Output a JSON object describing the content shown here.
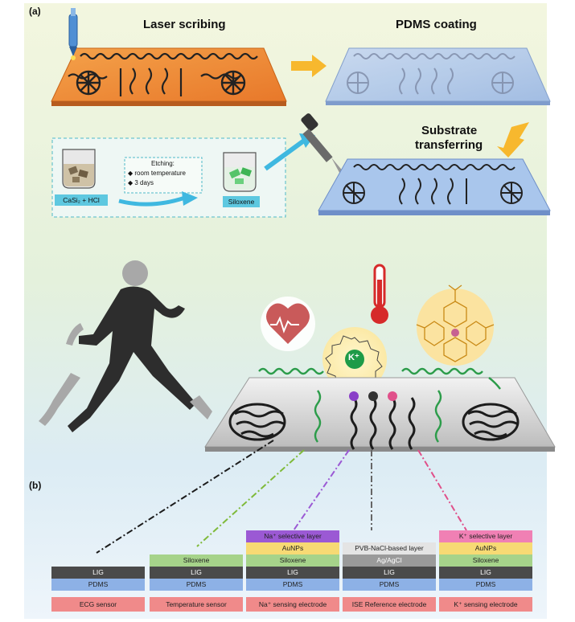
{
  "panel_a": {
    "letter": "(a)",
    "step_laser": "Laser scribing",
    "step_pdms": "PDMS coating",
    "step_substrate_line1": "Substrate",
    "step_substrate_line2": "transferring",
    "reactant": "CaSi₂ + HCl",
    "etching_title": "Etching:",
    "etching_items": [
      "room temperature",
      "3 days"
    ],
    "product": "Siloxene"
  },
  "panel_b": {
    "letter": "(b)",
    "k_ion": "K⁺",
    "stacks": [
      {
        "sensor": "ECG sensor",
        "layers": [
          "LIG",
          "PDMS"
        ],
        "layer_colors": [
          "#4a4a4a",
          "#8db1e6"
        ]
      },
      {
        "sensor": "Temperature sensor",
        "layers": [
          "Siloxene",
          "LIG",
          "PDMS"
        ],
        "layer_colors": [
          "#a6d38a",
          "#4a4a4a",
          "#8db1e6"
        ]
      },
      {
        "sensor": "Na⁺ sensing electrode",
        "layers": [
          "Na⁺ selective layer",
          "AuNPs",
          "Siloxene",
          "LIG",
          "PDMS"
        ],
        "layer_colors": [
          "#9b59d4",
          "#f7da74",
          "#a6d38a",
          "#4a4a4a",
          "#8db1e6"
        ]
      },
      {
        "sensor": "ISE Reference electrode",
        "layers": [
          "PVB-NaCl-based layer",
          "Ag/AgCl",
          "LIG",
          "PDMS"
        ],
        "layer_colors": [
          "#e4e4e4",
          "#9a9a9a",
          "#4a4a4a",
          "#8db1e6"
        ]
      },
      {
        "sensor": "K⁺ sensing electrode",
        "layers": [
          "K⁺ selective layer",
          "AuNPs",
          "Siloxene",
          "LIG",
          "PDMS"
        ],
        "layer_colors": [
          "#f080b4",
          "#f7da74",
          "#a6d38a",
          "#4a4a4a",
          "#8db1e6"
        ]
      }
    ]
  }
}
